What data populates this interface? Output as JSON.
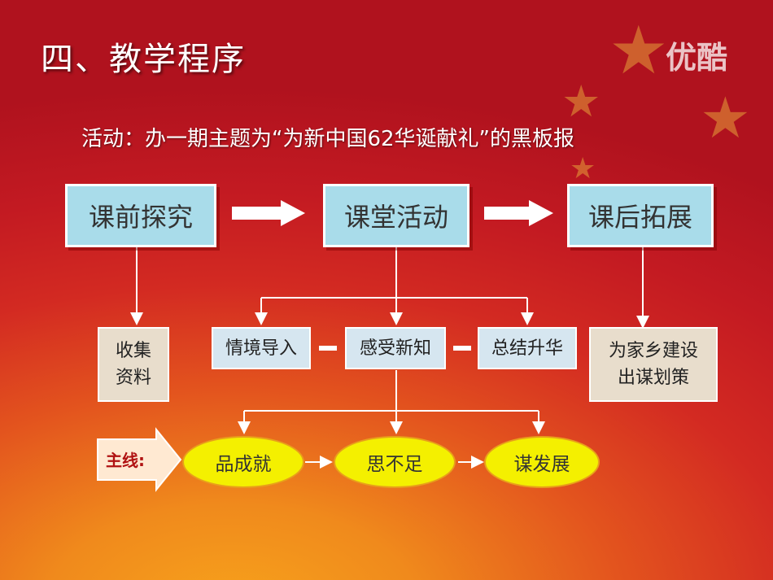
{
  "title": "四、教学程序",
  "subtitle": "活动：办一期主题为“为新中国62华诞献礼”的黑板报",
  "watermark": "优酷",
  "stages": [
    "课前探究",
    "课堂活动",
    "课后拓展"
  ],
  "sub_items": {
    "collect": "收集资料",
    "intro": "情境导入",
    "feel": "感受新知",
    "summary": "总结升华",
    "plan": "为家乡建设出谋划策"
  },
  "mainline": {
    "label": "主线:",
    "steps": [
      "品成就",
      "思不足",
      "谋发展"
    ]
  },
  "colors": {
    "stage_fill": "#a9dcea",
    "sub_fill": "#e8ddcc",
    "ellipse_fill": "#f4f000",
    "title_text": "#ffffff"
  }
}
